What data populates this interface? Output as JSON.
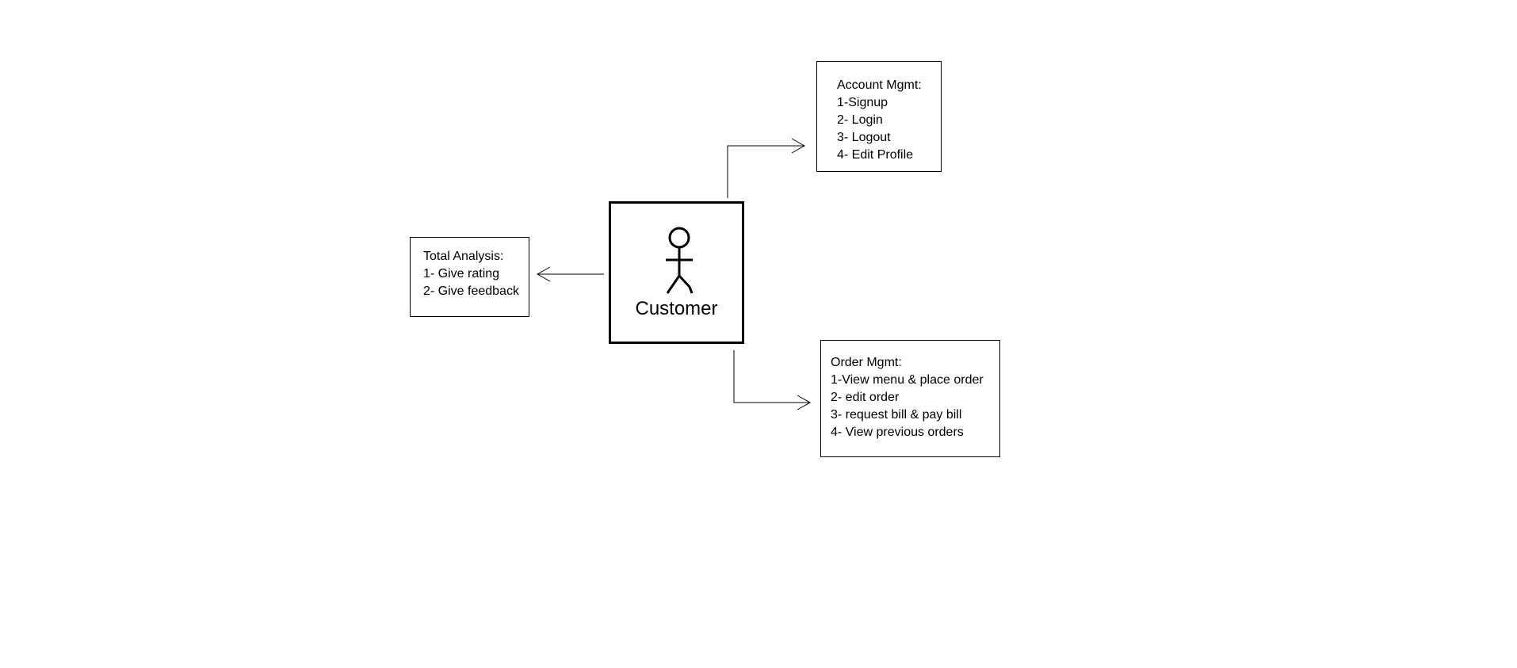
{
  "diagram": {
    "actor": {
      "label": "Customer",
      "icon": "stick-figure-icon"
    },
    "account_mgmt": {
      "title": "Account Mgmt:",
      "items": [
        "1-Signup",
        "2- Login",
        "3- Logout",
        "4- Edit Profile"
      ]
    },
    "order_mgmt": {
      "title": "Order Mgmt:",
      "items": [
        "1-View menu & place order",
        "2- edit order",
        "3- request bill & pay bill",
        "4- View previous orders"
      ]
    },
    "total_analysis": {
      "title": "Total Analysis:",
      "items": [
        "1- Give rating",
        "2- Give feedback"
      ]
    },
    "colors": {
      "stroke": "#000000",
      "background": "#ffffff"
    }
  }
}
